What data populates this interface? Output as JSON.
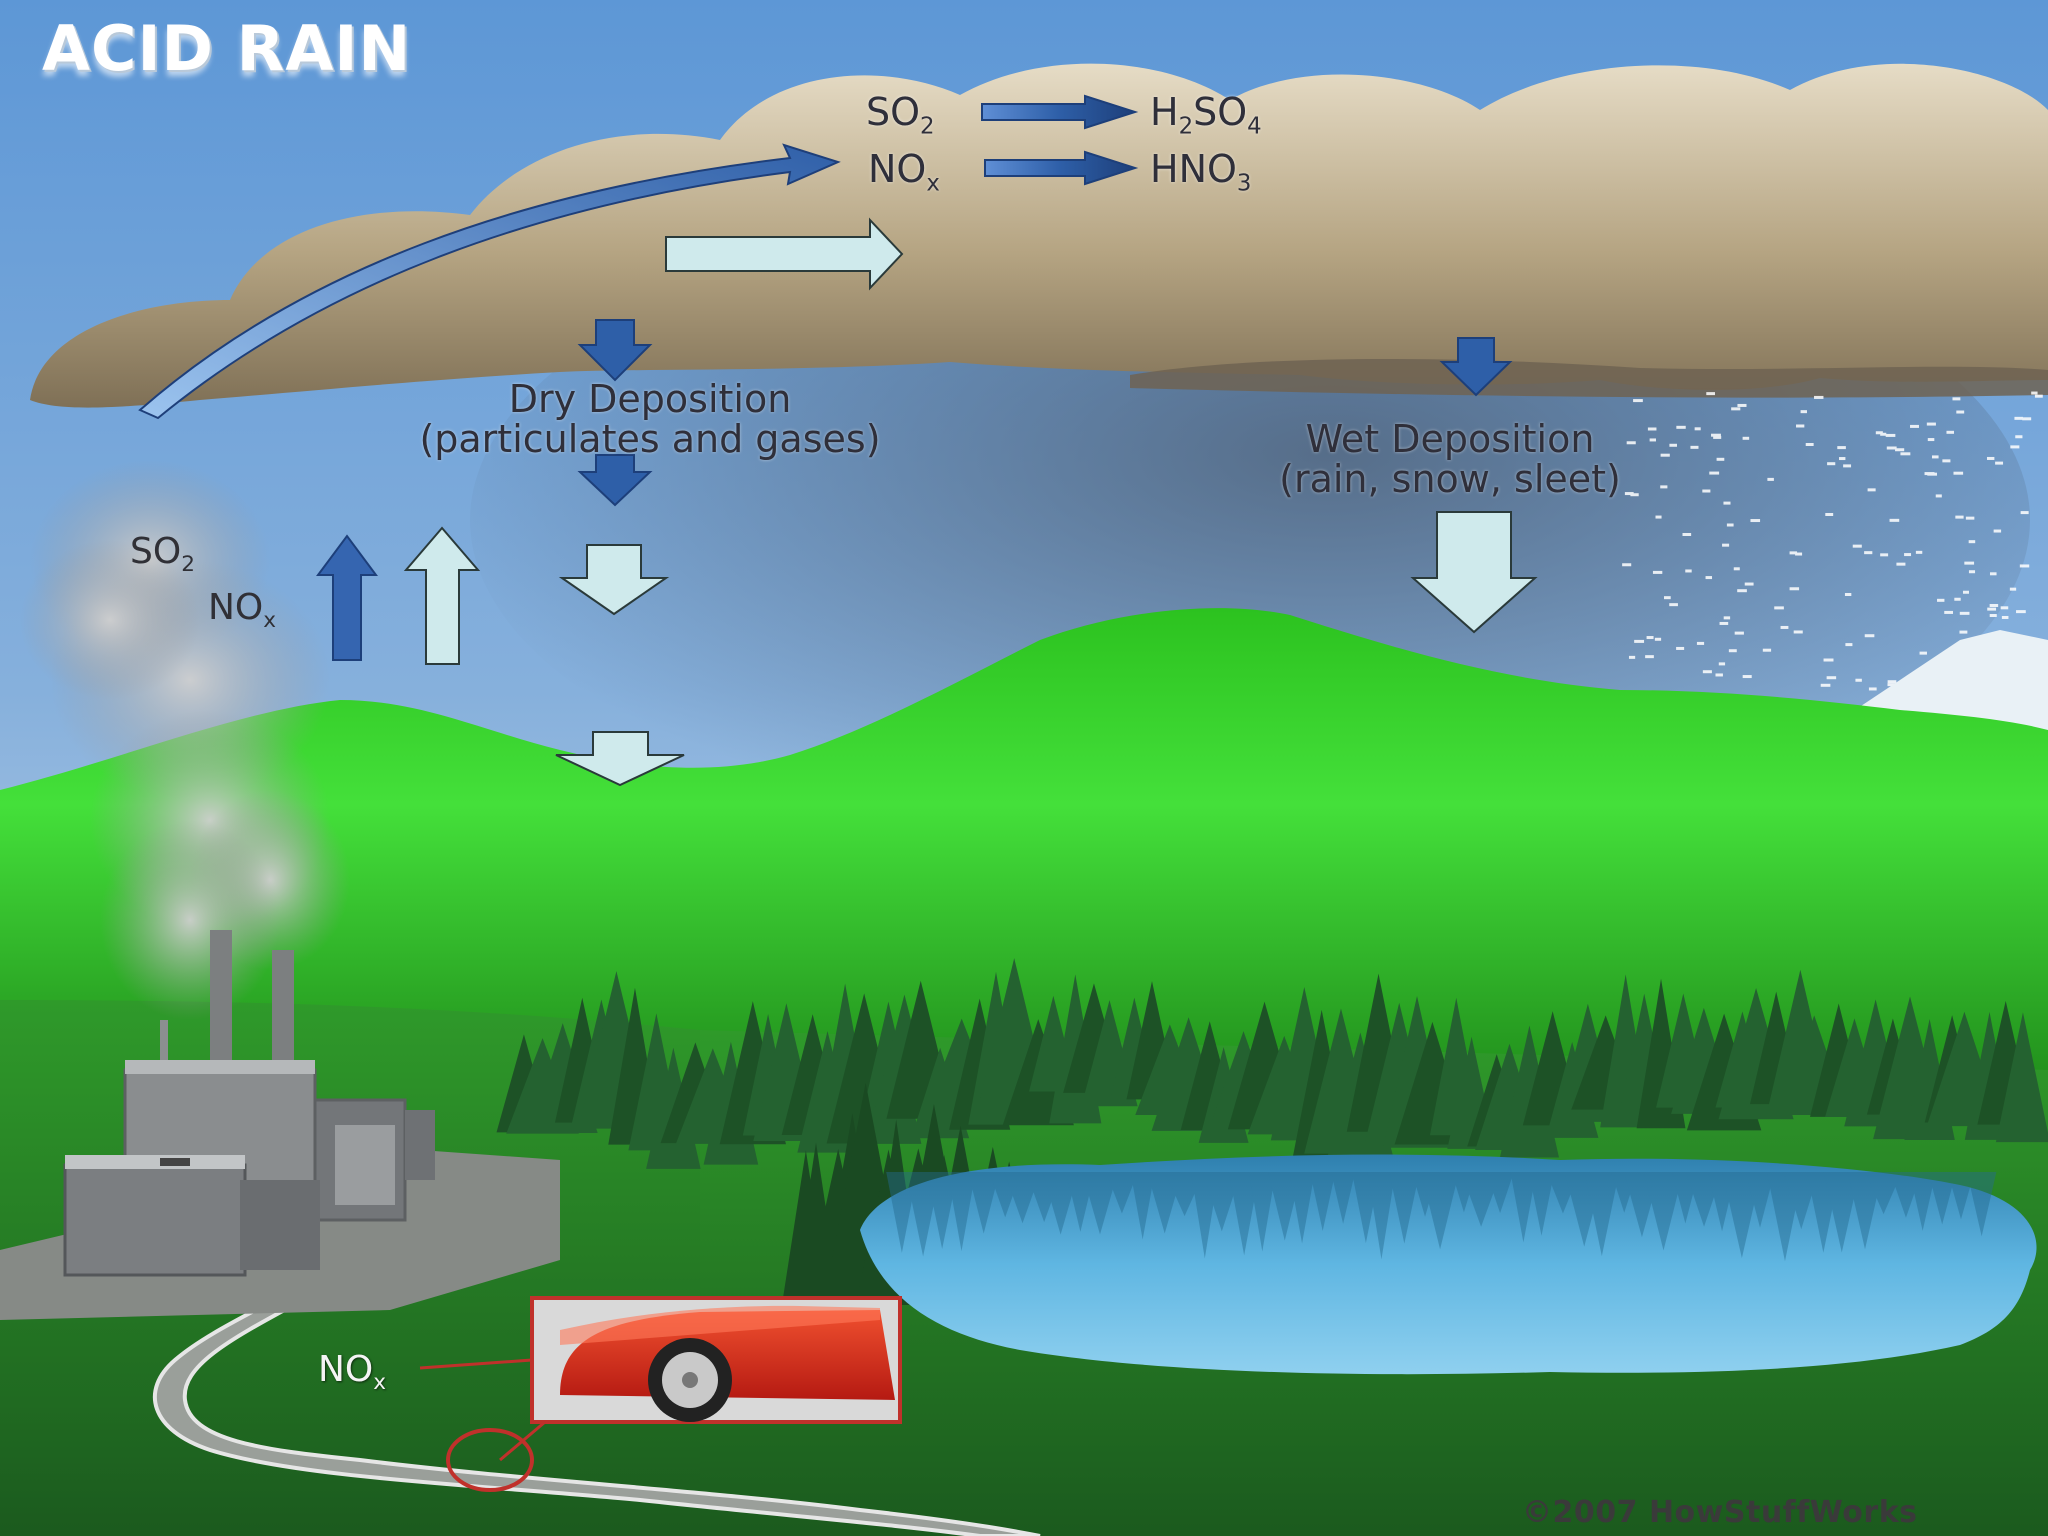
{
  "title": "ACID RAIN",
  "reaction_1": {
    "reactant": "SO",
    "reactant_sub": "2",
    "product_pre": "H",
    "product_sub1": "2",
    "product_mid": "SO",
    "product_sub2": "4"
  },
  "reaction_2": {
    "reactant": "NO",
    "reactant_sub": "x",
    "product_pre": "HNO",
    "product_sub1": "3"
  },
  "dry_deposition": {
    "line1": "Dry Deposition",
    "line2": "(particulates and gases)"
  },
  "wet_deposition": {
    "line1": "Wet Deposition",
    "line2": "(rain, snow, sleet)"
  },
  "emission_so2": {
    "text": "SO",
    "sub": "2"
  },
  "emission_nox": {
    "text": "NO",
    "sub": "x"
  },
  "car_nox": {
    "text": "NO",
    "sub": "x"
  },
  "credit": "©2007 HowStuffWorks",
  "colors": {
    "sky_top": "#5d97d6",
    "sky_bottom": "#c9dcec",
    "cloud": "#b9ab8e",
    "grass": "#3fcf2e",
    "forest": "#1f5a2a",
    "lake": "#5aaed8",
    "arrow_blue": "#2e5fa8",
    "arrow_light": "#cfeaec",
    "car_red": "#d8261b"
  }
}
